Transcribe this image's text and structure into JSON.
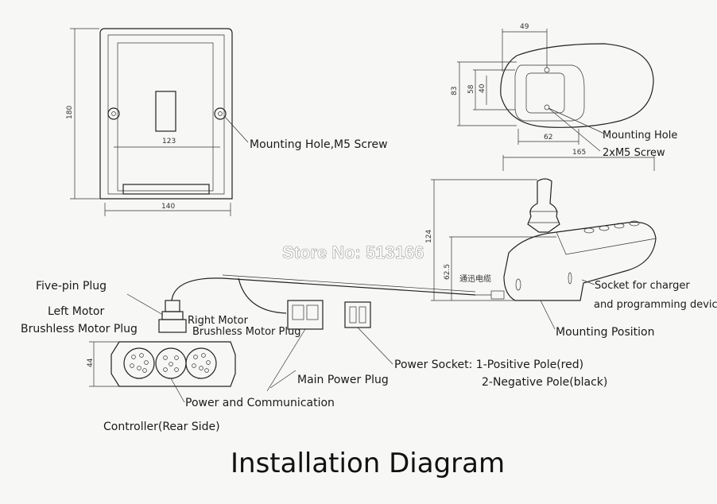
{
  "title": "Installation Diagram",
  "watermark": "Store No: 513166",
  "labels": {
    "mounting_hole_m5": "Mounting Hole,M5 Screw",
    "mounting_hole": "Mounting Hole",
    "two_m5_screw": "2xM5 Screw",
    "five_pin_plug": "Five-pin Plug",
    "left_motor": "Left Motor",
    "left_brushless": "Brushless Motor Plug",
    "right_motor": "Right Motor",
    "right_brushless": "Brushless Motor Plug",
    "socket_charger": "Socket for charger",
    "programming_device": "and programming device",
    "mounting_position": "Mounting Position",
    "power_socket": "Power Socket: 1-Positive Pole(red)",
    "negative_pole": "2-Negative Pole(black)",
    "main_power_plug": "Main Power Plug",
    "power_comm": "Power and Communication",
    "controller_rear": "Controller(Rear Side)",
    "chinese_text": "通迅电缆"
  },
  "dimensions": {
    "height_180": "180",
    "width_123": "123",
    "width_140": "140",
    "width_49": "49",
    "height_83": "83",
    "height_58": "58",
    "height_40": "40",
    "width_62": "62",
    "width_165": "165",
    "height_124": "124",
    "height_62_5": "62.5",
    "height_44": "44"
  }
}
